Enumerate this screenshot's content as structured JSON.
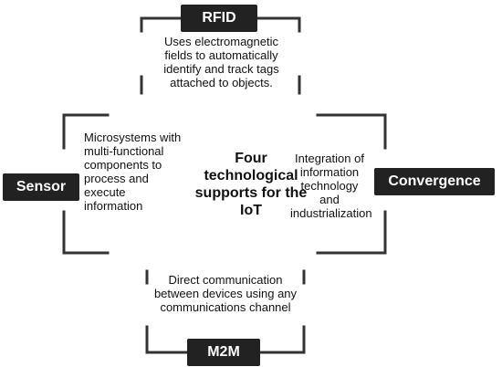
{
  "title": "Four technological supports for the IoT",
  "colors": {
    "label_bg": "#222222",
    "label_text": "#ffffff",
    "bracket": "#333333"
  },
  "nodes": {
    "rfid": {
      "label": "RFID",
      "description": "Uses electromagnetic fields to automatically identify and track tags attached to objects."
    },
    "sensor": {
      "label": "Sensor",
      "description": "Microsystems with multi-functional components to process and execute information"
    },
    "convergence": {
      "label": "Convergence",
      "description": "Integration of information technology and industrialization"
    },
    "m2m": {
      "label": "M2M",
      "description": "Direct communication between devices using any communications channel"
    }
  }
}
